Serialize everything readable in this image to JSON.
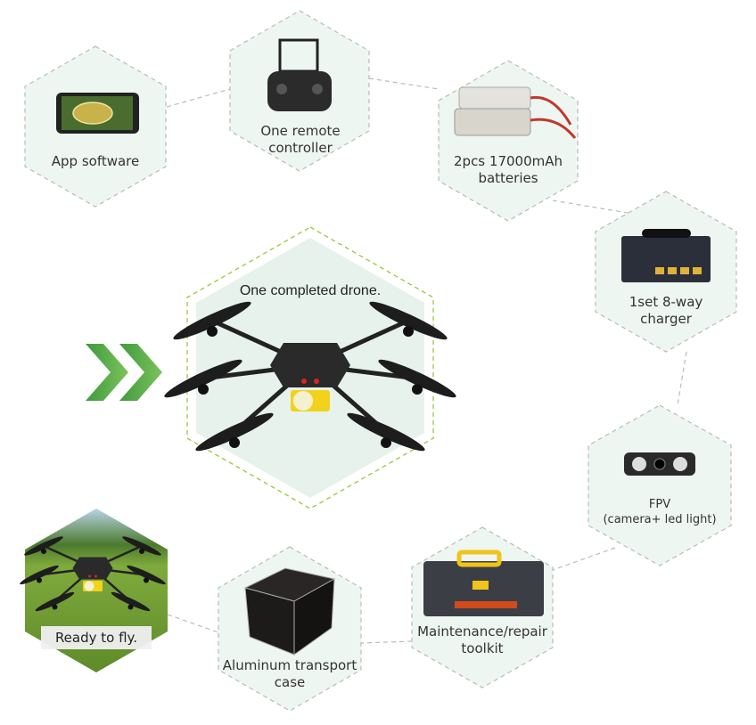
{
  "center": {
    "title": "One completed drone."
  },
  "items": [
    {
      "label": "App software"
    },
    {
      "label": "One remote\ncontroller"
    },
    {
      "label": "2pcs 17000mAh\nbatteries"
    },
    {
      "label": "1set 8-way\ncharger"
    },
    {
      "label": "FPV\n(camera+ led light)"
    },
    {
      "label": "Maintenance/repair\ntoolkit"
    },
    {
      "label": "Aluminum transport\ncase"
    }
  ],
  "photo": {
    "caption": "Ready to fly."
  },
  "colors": {
    "accent_green": "#4caf50",
    "hex_fill": "#eef6f1",
    "dash_gray": "#bbbbbb",
    "center_dash": "#9bc53d"
  }
}
